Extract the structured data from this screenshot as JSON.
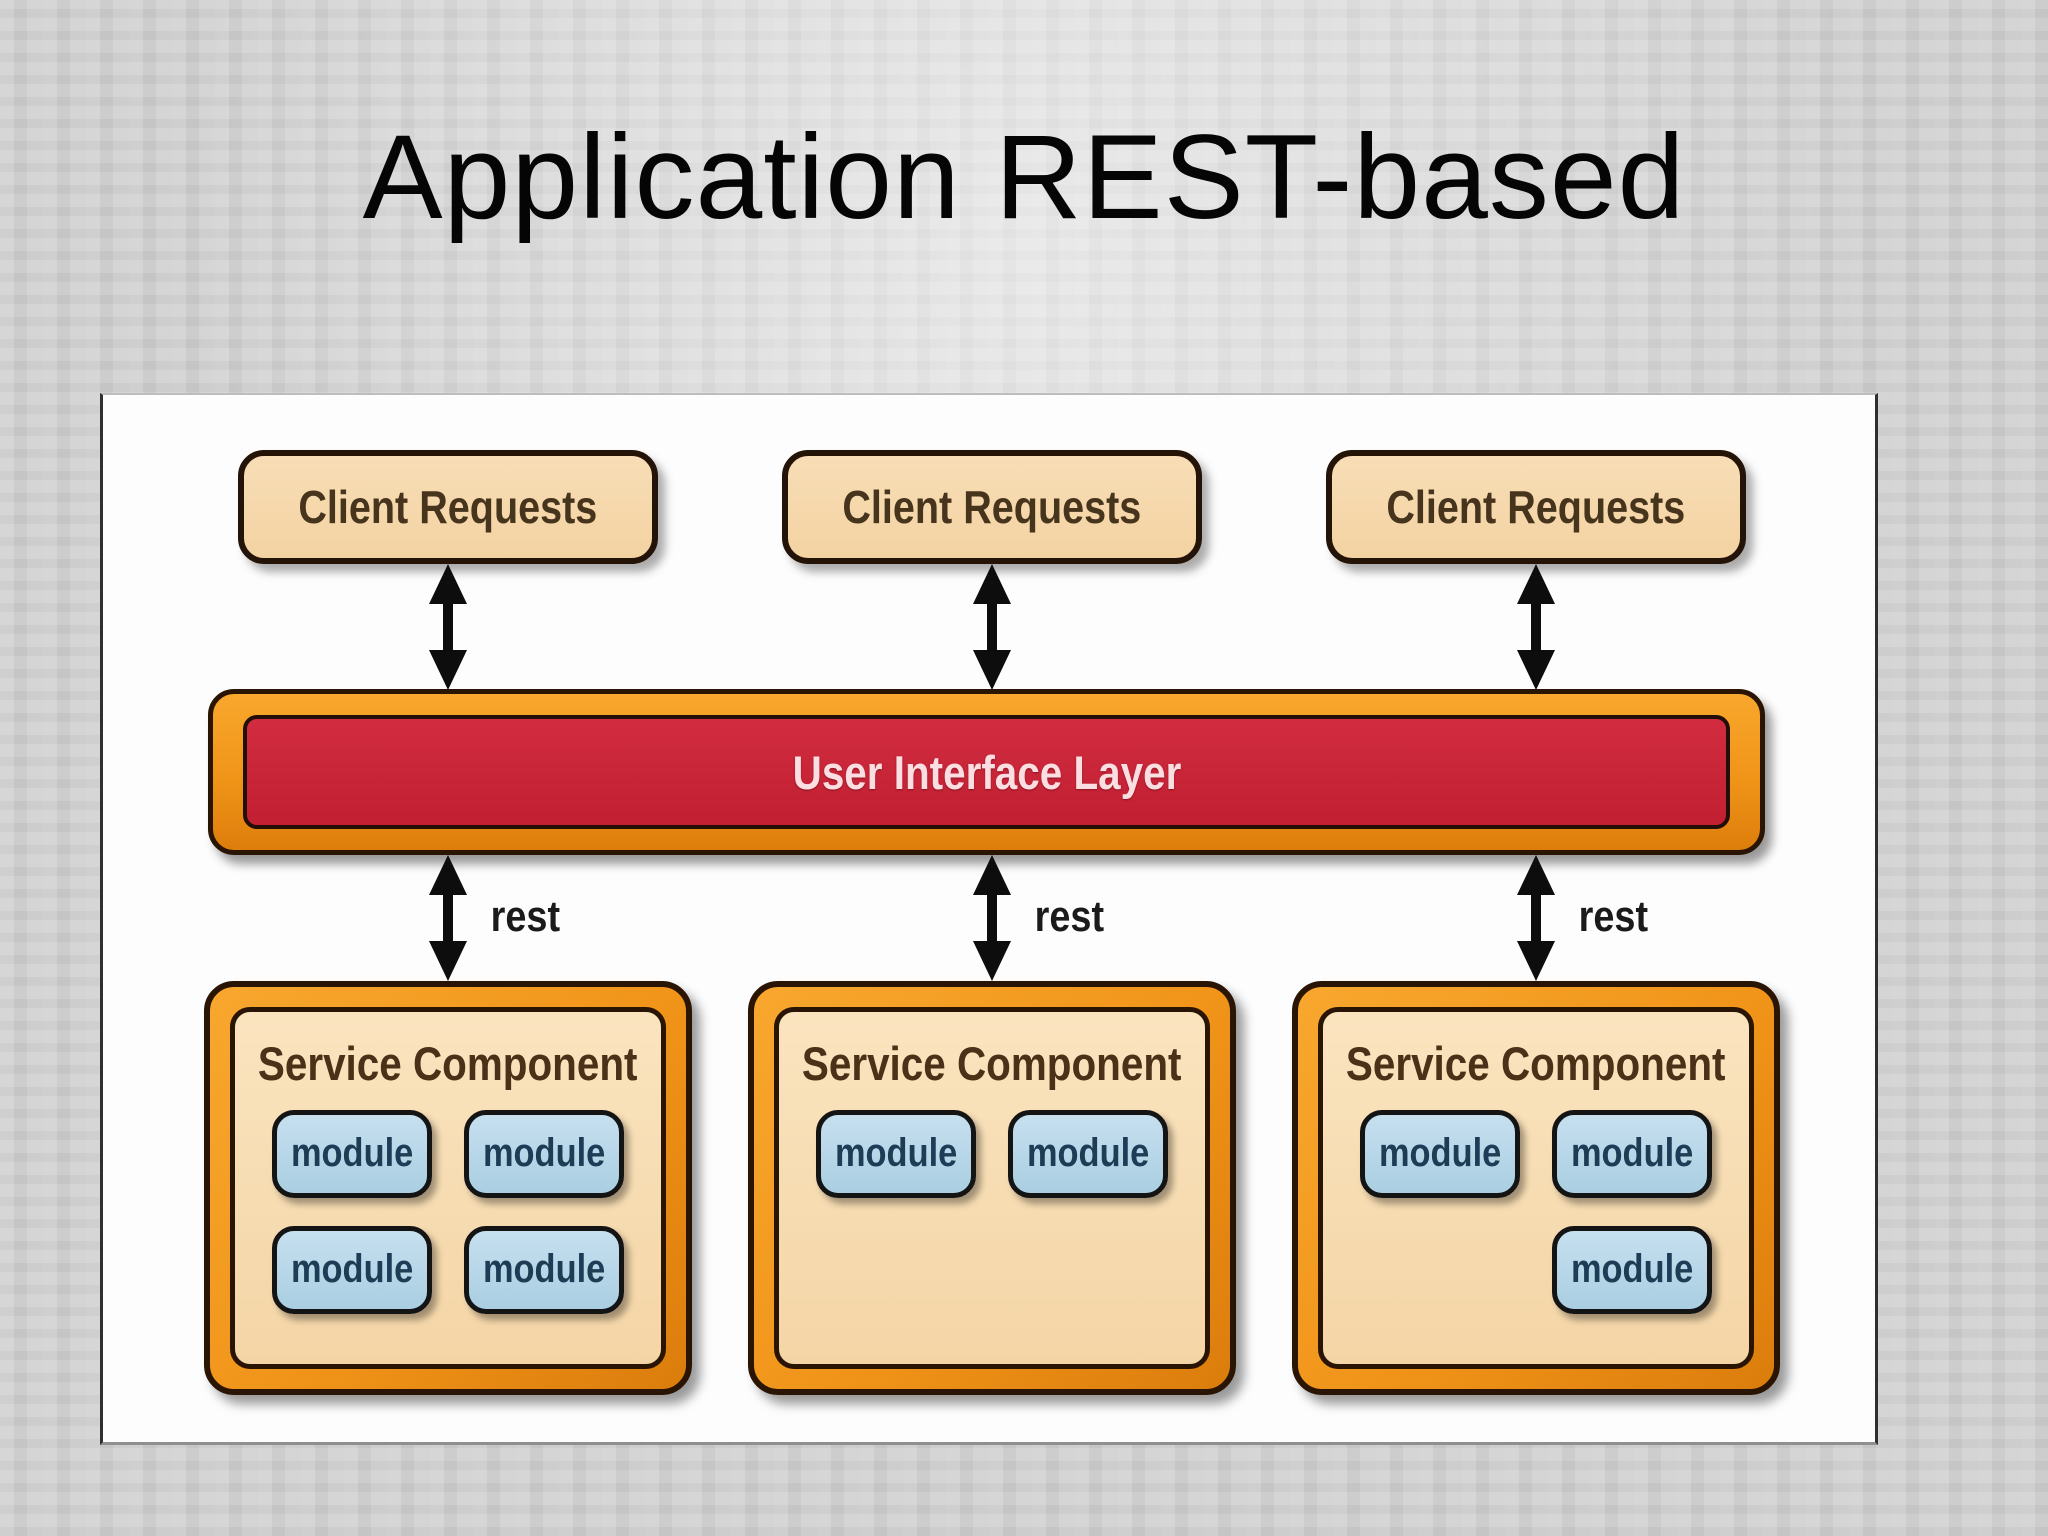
{
  "slide": {
    "title": "Application REST-based"
  },
  "diagram": {
    "client_boxes": [
      {
        "label": "Client Requests"
      },
      {
        "label": "Client Requests"
      },
      {
        "label": "Client Requests"
      }
    ],
    "ui_layer": {
      "label": "User Interface Layer"
    },
    "rest_labels": [
      "rest",
      "rest",
      "rest"
    ],
    "service_components": [
      {
        "title": "Service Component",
        "modules": [
          "module",
          "module",
          "module",
          "module"
        ]
      },
      {
        "title": "Service Component",
        "modules": [
          "module",
          "module"
        ]
      },
      {
        "title": "Service Component",
        "modules": [
          "module",
          "module",
          "module"
        ]
      }
    ],
    "colors": {
      "background_gray": "#d2d2d2",
      "panel_white": "#fdfdfd",
      "box_tan": "#f6d9ae",
      "orange": "#f09419",
      "red": "#c5233a",
      "module_blue": "#b9d8ea",
      "text_brown": "#46341d",
      "module_text_navy": "#1d3c55",
      "ui_text_pink": "#fbdee1",
      "arrow_black": "#0d0d0d"
    }
  }
}
